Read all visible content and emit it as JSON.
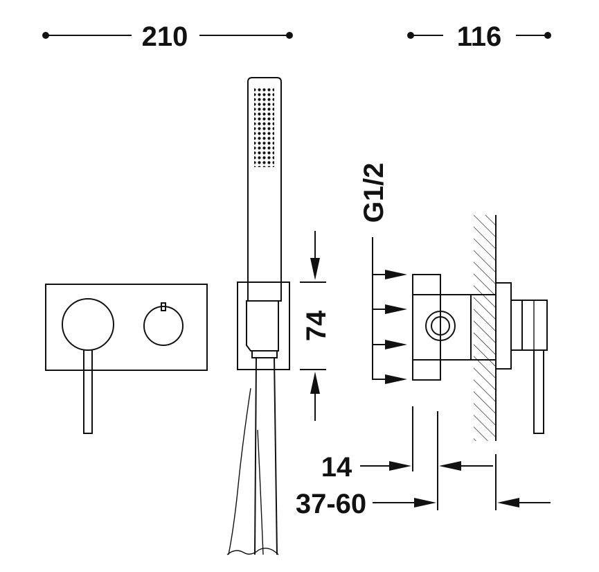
{
  "dimensions": {
    "total_width": "210",
    "depth": "116",
    "holder_height": "74",
    "connection": "G1/2",
    "wall_min": "14",
    "wall_range": "37-60"
  },
  "colors": {
    "line": "#111111",
    "background": "#ffffff"
  }
}
